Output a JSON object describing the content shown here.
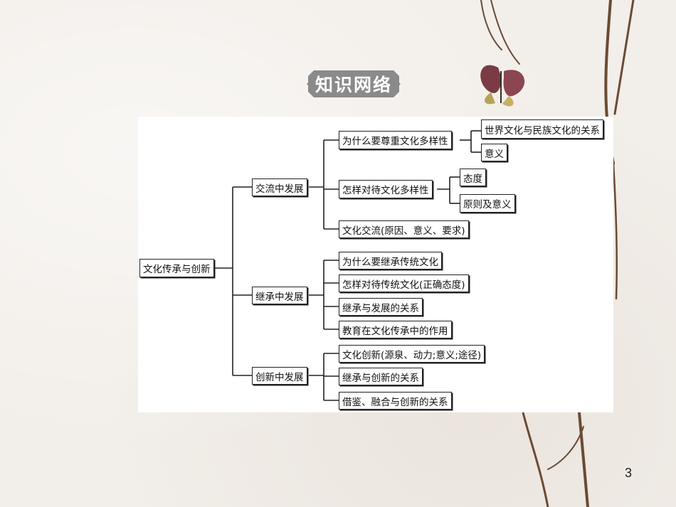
{
  "title": "知识网络",
  "root": "文化传承与创新",
  "branches": [
    {
      "label": "交流中发展",
      "children": [
        {
          "label": "为什么要尊重文化多样性",
          "children": [
            "世界文化与民族文化的关系",
            "意义"
          ]
        },
        {
          "label": "怎样对待文化多样性",
          "children": [
            "态度",
            "原则及意义"
          ]
        },
        {
          "label": "文化交流(原因、意义、要求)"
        }
      ]
    },
    {
      "label": "继承中发展",
      "children": [
        {
          "label": "为什么要继承传统文化"
        },
        {
          "label": "怎样对待传统文化(正确态度)"
        },
        {
          "label": "继承与发展的关系"
        },
        {
          "label": "教育在文化传承中的作用"
        }
      ]
    },
    {
      "label": "创新中发展",
      "children": [
        {
          "label": "文化创新(源泉、动力;意义;途径)"
        },
        {
          "label": "继承与创新的关系"
        },
        {
          "label": "借鉴、融合与创新的关系"
        }
      ]
    }
  ],
  "page_number": "3"
}
